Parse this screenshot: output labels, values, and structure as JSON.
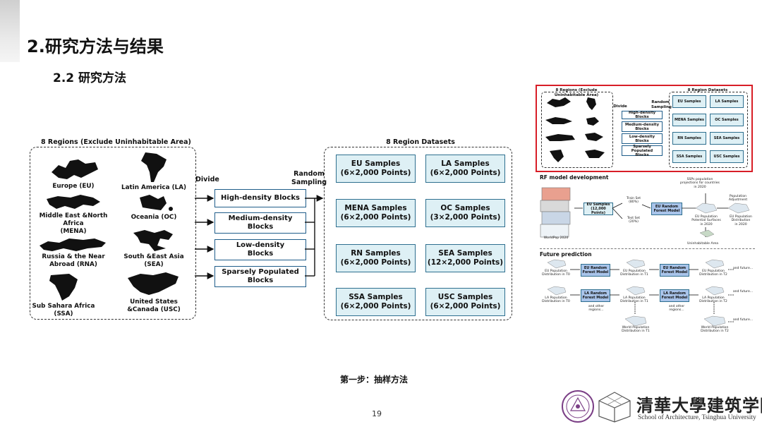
{
  "page": {
    "title": "2.研究方法与结果",
    "subtitle": "2.2 研究方法",
    "caption": "第一步：抽样方法",
    "page_number": "19"
  },
  "diagram": {
    "regions_title": "8 Regions (Exclude Uninhabitable Area)",
    "datasets_title": "8 Region Datasets",
    "divide_label": "Divide",
    "sampling_label": "Random\nSampling",
    "regions": [
      {
        "name": "Europe (EU)"
      },
      {
        "name": "Latin America (LA)"
      },
      {
        "name": "Middle East &North Africa\n(MENA)"
      },
      {
        "name": "Oceania (OC)"
      },
      {
        "name": "Russia & the Near\nAbroad (RNA)"
      },
      {
        "name": "South &East Asia\n(SEA)"
      },
      {
        "name": "Sub Sahara Africa\n(SSA)"
      },
      {
        "name": "United States\n&Canada (USC)"
      }
    ],
    "blocks": [
      {
        "label": "High-density Blocks"
      },
      {
        "label": "Medium-density\nBlocks"
      },
      {
        "label": "Low-density\nBlocks"
      },
      {
        "label": "Sparsely Populated\nBlocks"
      }
    ],
    "samples": [
      {
        "name": "EU Samples",
        "points": "(6×2,000 Points)"
      },
      {
        "name": "LA Samples",
        "points": "(6×2,000 Points)"
      },
      {
        "name": "MENA Samples",
        "points": "(6×2,000 Points)"
      },
      {
        "name": "OC Samples",
        "points": "(3×2,000 Points)"
      },
      {
        "name": "RN Samples",
        "points": "(6×2,000 Points)"
      },
      {
        "name": "SEA Samples",
        "points": "(12×2,000 Points)"
      },
      {
        "name": "SSA Samples",
        "points": "(6×2,000 Points)"
      },
      {
        "name": "USC Samples",
        "points": "(6×2,000 Points)"
      }
    ]
  },
  "thumbnail": {
    "highlight_color": "#d81e27",
    "rf_title": "RF model development",
    "rf": {
      "eu_samples": "EU Samples\n(12,000 Points)",
      "train_set": "Train Set\n(80%)",
      "test_set": "Test Set\n(20%)",
      "rf_model": "EU Random\nForest Model",
      "ssps": "SSPs population\nprojections for countries\nin 2020",
      "pop_adjust": "Population\nAdjustment",
      "potential": "EU Population\nPotential Surfaces\nin 2020",
      "dist2020": "EU Population\nDistribution\nin 2020",
      "uninhabitable": "Uninhabitable Area",
      "worldpop": "WorldPop 2020"
    },
    "fp_title": "Future prediction",
    "fp": {
      "eu_t0": "EU Population\nDistribution in T0",
      "eu_t1": "EU Population\nDistribution in T1",
      "eu_t2": "EU Population\nDistribution in T2",
      "eu_rf": "EU Random\nForest Model",
      "la_t0": "LA Population\nDistribution in T0",
      "la_t1": "LA Population\nDistribution in T1",
      "la_t2": "LA Population\nDistribution in T2",
      "la_rf": "LA Random\nForest Model",
      "and_other": "and other\nregions...",
      "and_future": "and future...",
      "world_t1": "World Population\nDistribution in T1",
      "world_t2": "World Population\nDistribution in T2"
    }
  },
  "footer": {
    "cn": "清華大學建筑学院",
    "en": "School of Architecture, Tsinghua University"
  }
}
